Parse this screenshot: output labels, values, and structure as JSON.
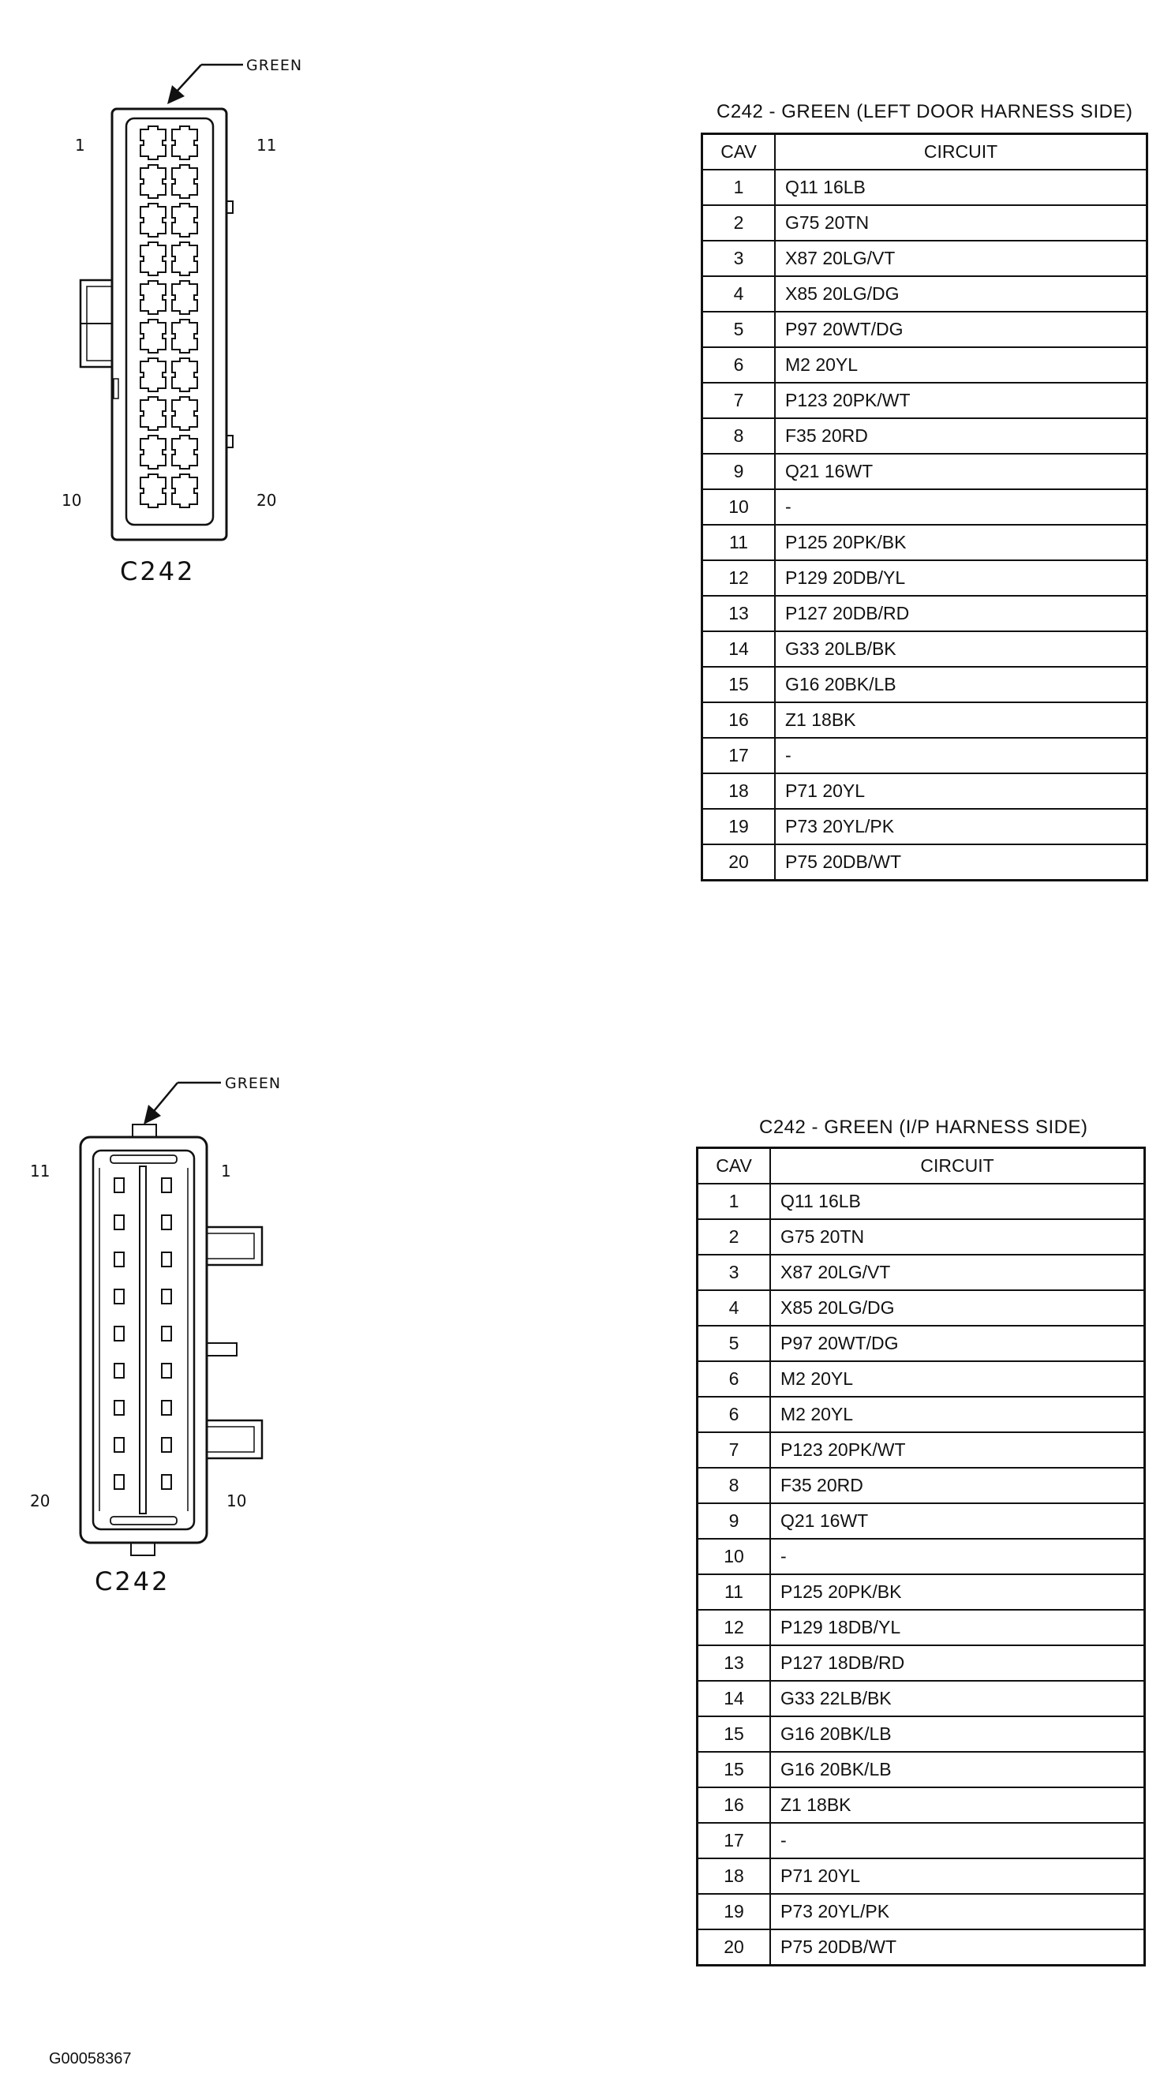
{
  "connector_top": {
    "wire_color_label": "GREEN",
    "pin_labels": {
      "top_left": "1",
      "top_right": "11",
      "bottom_left": "10",
      "bottom_right": "20"
    },
    "name": "C242"
  },
  "connector_bottom": {
    "wire_color_label": "GREEN",
    "pin_labels": {
      "top_left": "11",
      "top_right": "1",
      "bottom_left": "20",
      "bottom_right": "10"
    },
    "name": "C242"
  },
  "table_top": {
    "title": "C242 - GREEN (LEFT DOOR HARNESS SIDE)",
    "headers": {
      "cav": "CAV",
      "circuit": "CIRCUIT"
    },
    "rows": [
      {
        "cav": "1",
        "circuit": "Q11 16LB"
      },
      {
        "cav": "2",
        "circuit": "G75 20TN"
      },
      {
        "cav": "3",
        "circuit": "X87 20LG/VT"
      },
      {
        "cav": "4",
        "circuit": "X85 20LG/DG"
      },
      {
        "cav": "5",
        "circuit": "P97 20WT/DG"
      },
      {
        "cav": "6",
        "circuit": "M2 20YL"
      },
      {
        "cav": "7",
        "circuit": "P123 20PK/WT"
      },
      {
        "cav": "8",
        "circuit": "F35 20RD"
      },
      {
        "cav": "9",
        "circuit": "Q21 16WT"
      },
      {
        "cav": "10",
        "circuit": "-"
      },
      {
        "cav": "11",
        "circuit": "P125 20PK/BK"
      },
      {
        "cav": "12",
        "circuit": "P129 20DB/YL"
      },
      {
        "cav": "13",
        "circuit": "P127 20DB/RD"
      },
      {
        "cav": "14",
        "circuit": "G33 20LB/BK"
      },
      {
        "cav": "15",
        "circuit": "G16 20BK/LB"
      },
      {
        "cav": "16",
        "circuit": "Z1 18BK"
      },
      {
        "cav": "17",
        "circuit": "-"
      },
      {
        "cav": "18",
        "circuit": "P71 20YL"
      },
      {
        "cav": "19",
        "circuit": "P73 20YL/PK"
      },
      {
        "cav": "20",
        "circuit": "P75 20DB/WT"
      }
    ]
  },
  "table_bottom": {
    "title": "C242 - GREEN (I/P HARNESS SIDE)",
    "headers": {
      "cav": "CAV",
      "circuit": "CIRCUIT"
    },
    "rows": [
      {
        "cav": "1",
        "circuit": "Q11 16LB"
      },
      {
        "cav": "2",
        "circuit": "G75 20TN"
      },
      {
        "cav": "3",
        "circuit": "X87 20LG/VT"
      },
      {
        "cav": "4",
        "circuit": "X85 20LG/DG"
      },
      {
        "cav": "5",
        "circuit": "P97 20WT/DG"
      },
      {
        "cav": "6",
        "circuit": "M2 20YL"
      },
      {
        "cav": "6",
        "circuit": "M2 20YL"
      },
      {
        "cav": "7",
        "circuit": "P123 20PK/WT"
      },
      {
        "cav": "8",
        "circuit": "F35 20RD"
      },
      {
        "cav": "9",
        "circuit": "Q21 16WT"
      },
      {
        "cav": "10",
        "circuit": "-"
      },
      {
        "cav": "11",
        "circuit": "P125 20PK/BK"
      },
      {
        "cav": "12",
        "circuit": "P129 18DB/YL"
      },
      {
        "cav": "13",
        "circuit": "P127 18DB/RD"
      },
      {
        "cav": "14",
        "circuit": "G33 22LB/BK"
      },
      {
        "cav": "15",
        "circuit": "G16 20BK/LB"
      },
      {
        "cav": "15",
        "circuit": "G16 20BK/LB"
      },
      {
        "cav": "16",
        "circuit": "Z1 18BK"
      },
      {
        "cav": "17",
        "circuit": "-"
      },
      {
        "cav": "18",
        "circuit": "P71 20YL"
      },
      {
        "cav": "19",
        "circuit": "P73 20YL/PK"
      },
      {
        "cav": "20",
        "circuit": "P75 20DB/WT"
      }
    ]
  },
  "footer": {
    "figure_id": "G00058367"
  }
}
